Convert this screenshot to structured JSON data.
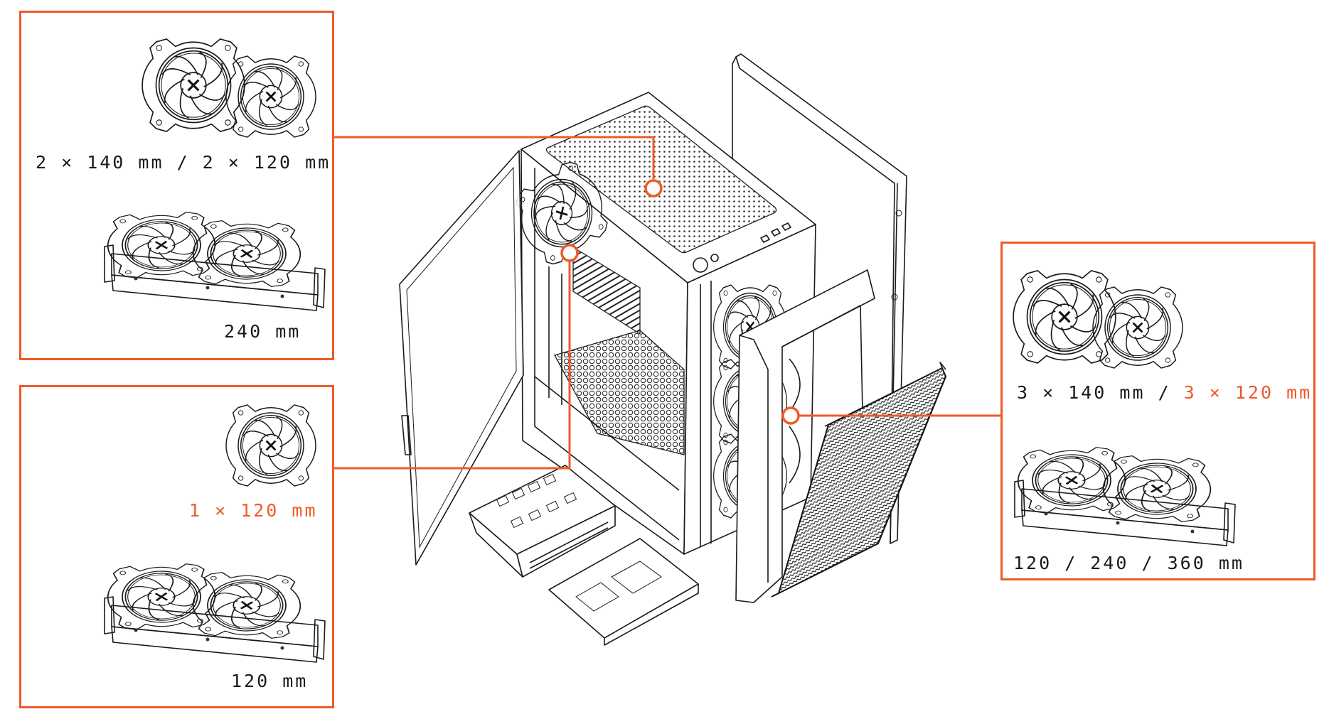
{
  "diagram": {
    "title": "Cooling support overview",
    "accent_color": "#F05A28",
    "text_color": "#1a1a1a",
    "panels": {
      "top": {
        "fan_label": "2 × 140 mm / 2 × 120 mm",
        "radiator_label": "240 mm",
        "fan_icon": "dual-fan-icon",
        "radiator_icon": "radiator-240-icon"
      },
      "rear": {
        "fan_label": "1 × 120 mm",
        "fan_label_highlighted": true,
        "radiator_label": "120 mm",
        "fan_icon": "single-fan-icon",
        "radiator_icon": "radiator-icon"
      },
      "front": {
        "fan_label_part1": "3 × 140 mm / ",
        "fan_label_part2": "3 × 120 mm",
        "fan_label_part2_highlighted": true,
        "radiator_label": "120 / 240 / 360 mm",
        "fan_icon": "dual-fan-icon",
        "radiator_icon": "radiator-icon"
      }
    },
    "callouts": [
      {
        "name": "top-mount-callout",
        "target": "top panel mesh"
      },
      {
        "name": "rear-mount-callout",
        "target": "rear fan"
      },
      {
        "name": "front-mount-callout",
        "target": "front fans"
      }
    ],
    "illustration": {
      "subject": "pc-case-exploded-icon",
      "parts": [
        "left-glass-panel",
        "case-chassis",
        "right-side-panel",
        "front-bezel",
        "front-mesh-filter",
        "hdd-cage",
        "ssd-tray"
      ]
    }
  }
}
